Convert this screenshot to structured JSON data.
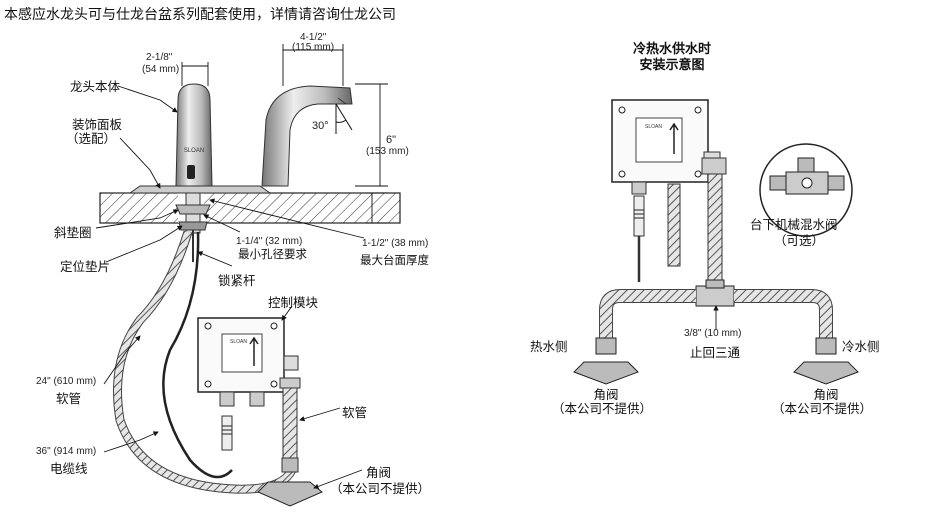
{
  "header": "本感应水龙头可与仕龙台盆系列配套使用，详情请咨询仕龙公司",
  "left": {
    "dim_width_in": "2-1/8\"",
    "dim_width_mm": "(54 mm)",
    "dim_reach_in": "4-1/2\"",
    "dim_reach_mm": "(115 mm)",
    "angle": "30°",
    "dim_height_in": "6\"",
    "dim_height_mm": "(153 mm)",
    "faucet_body": "龙头本体",
    "deck_plate_1": "装饰面板",
    "deck_plate_2": "（选配）",
    "hole_in": "1-1/4\" (32 mm)",
    "hole_cn": "最小孔径要求",
    "deck_in": "1-1/2\" (38 mm)",
    "deck_cn": "最大台面厚度",
    "bevel_washer": "斜垫圈",
    "locating_pad": "定位垫片",
    "lock_rod": "锁紧杆",
    "control_module": "控制模块",
    "hose_24_dim": "24\" (610 mm)",
    "hose_24_cn": "软管",
    "cable_36_dim": "36\" (914 mm)",
    "cable_36_cn": "电缆线",
    "hose_right": "软管",
    "angle_valve": "角阀",
    "not_supplied": "（本公司不提供）",
    "brand": "SLOAN"
  },
  "right": {
    "title_1": "冷热水供水时",
    "title_2": "安装示意图",
    "mixer_1": "台下机械混水阀",
    "mixer_2": "（可选）",
    "hot_side": "热水侧",
    "cold_side": "冷水侧",
    "tee_dim": "3/8\" (10 mm)",
    "tee_cn": "止回三通",
    "valve_l": "角阀",
    "valve_l_note": "（本公司不提供）",
    "valve_r": "角阀",
    "valve_r_note": "（本公司不提供）"
  },
  "colors": {
    "ink": "#111111",
    "hose": "#555555",
    "metal": "#9a9a9a"
  }
}
